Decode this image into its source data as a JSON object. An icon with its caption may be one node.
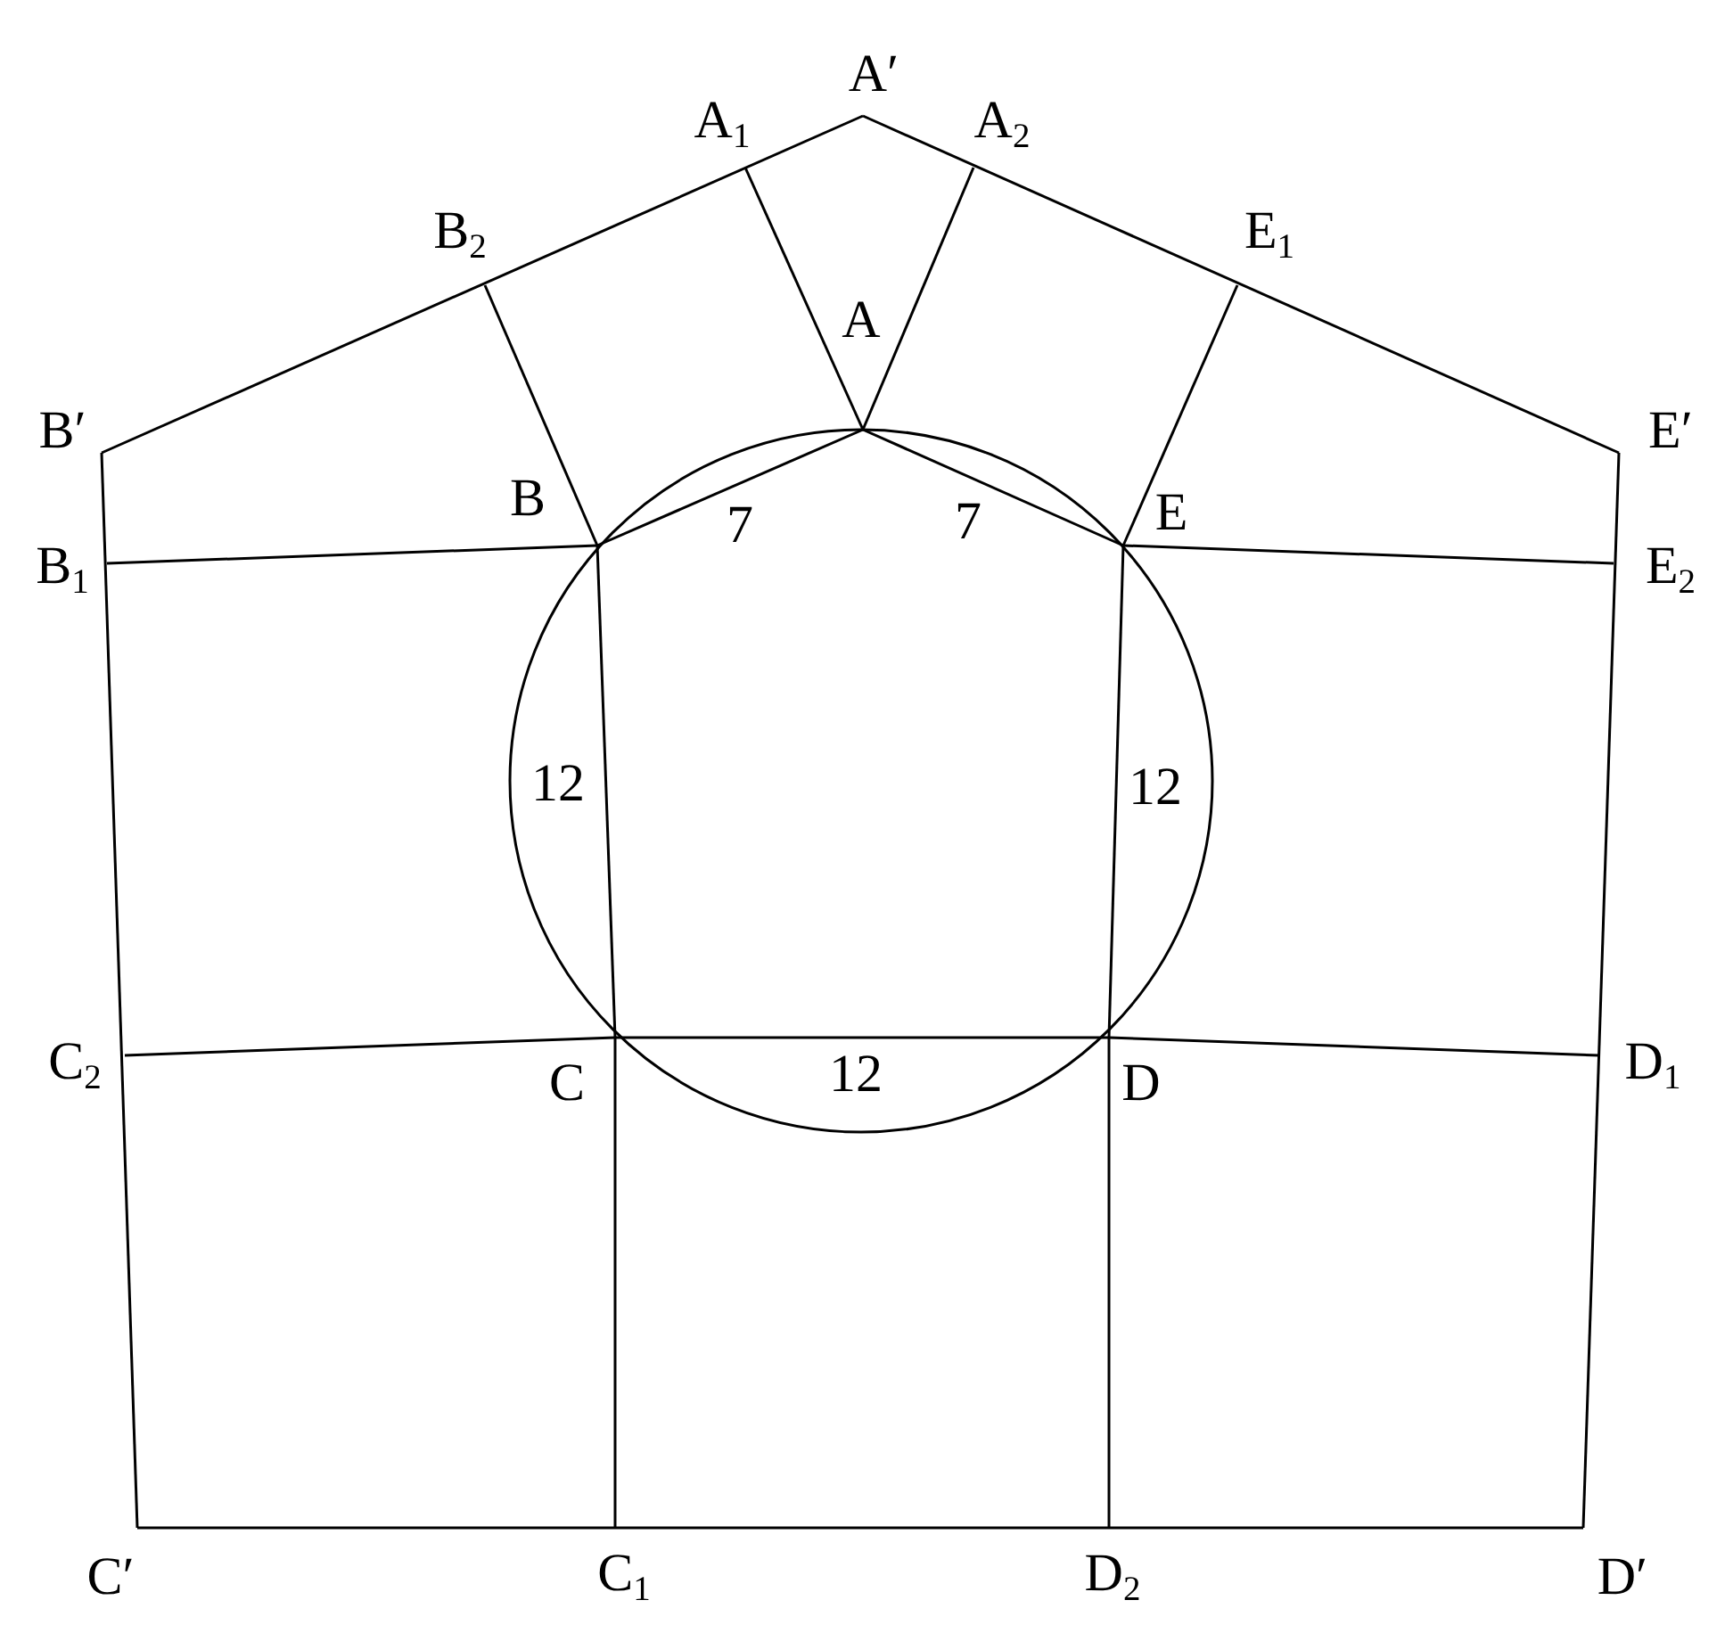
{
  "diagram": {
    "labels": [
      "A′",
      "A$_{1}$",
      "A$_{2}$",
      "B$_{2}$",
      "E$_{1}$",
      "A",
      "B′",
      "E′",
      "B",
      "7",
      "7",
      "E",
      "B$_{1}$",
      "E$_{2}$",
      "12",
      "12",
      "C$_{2}$",
      "C",
      "12",
      "D",
      "D$_{1}$",
      "C′",
      "C$_{1}$",
      "D$_{2}$",
      "D′"
    ]
  }
}
